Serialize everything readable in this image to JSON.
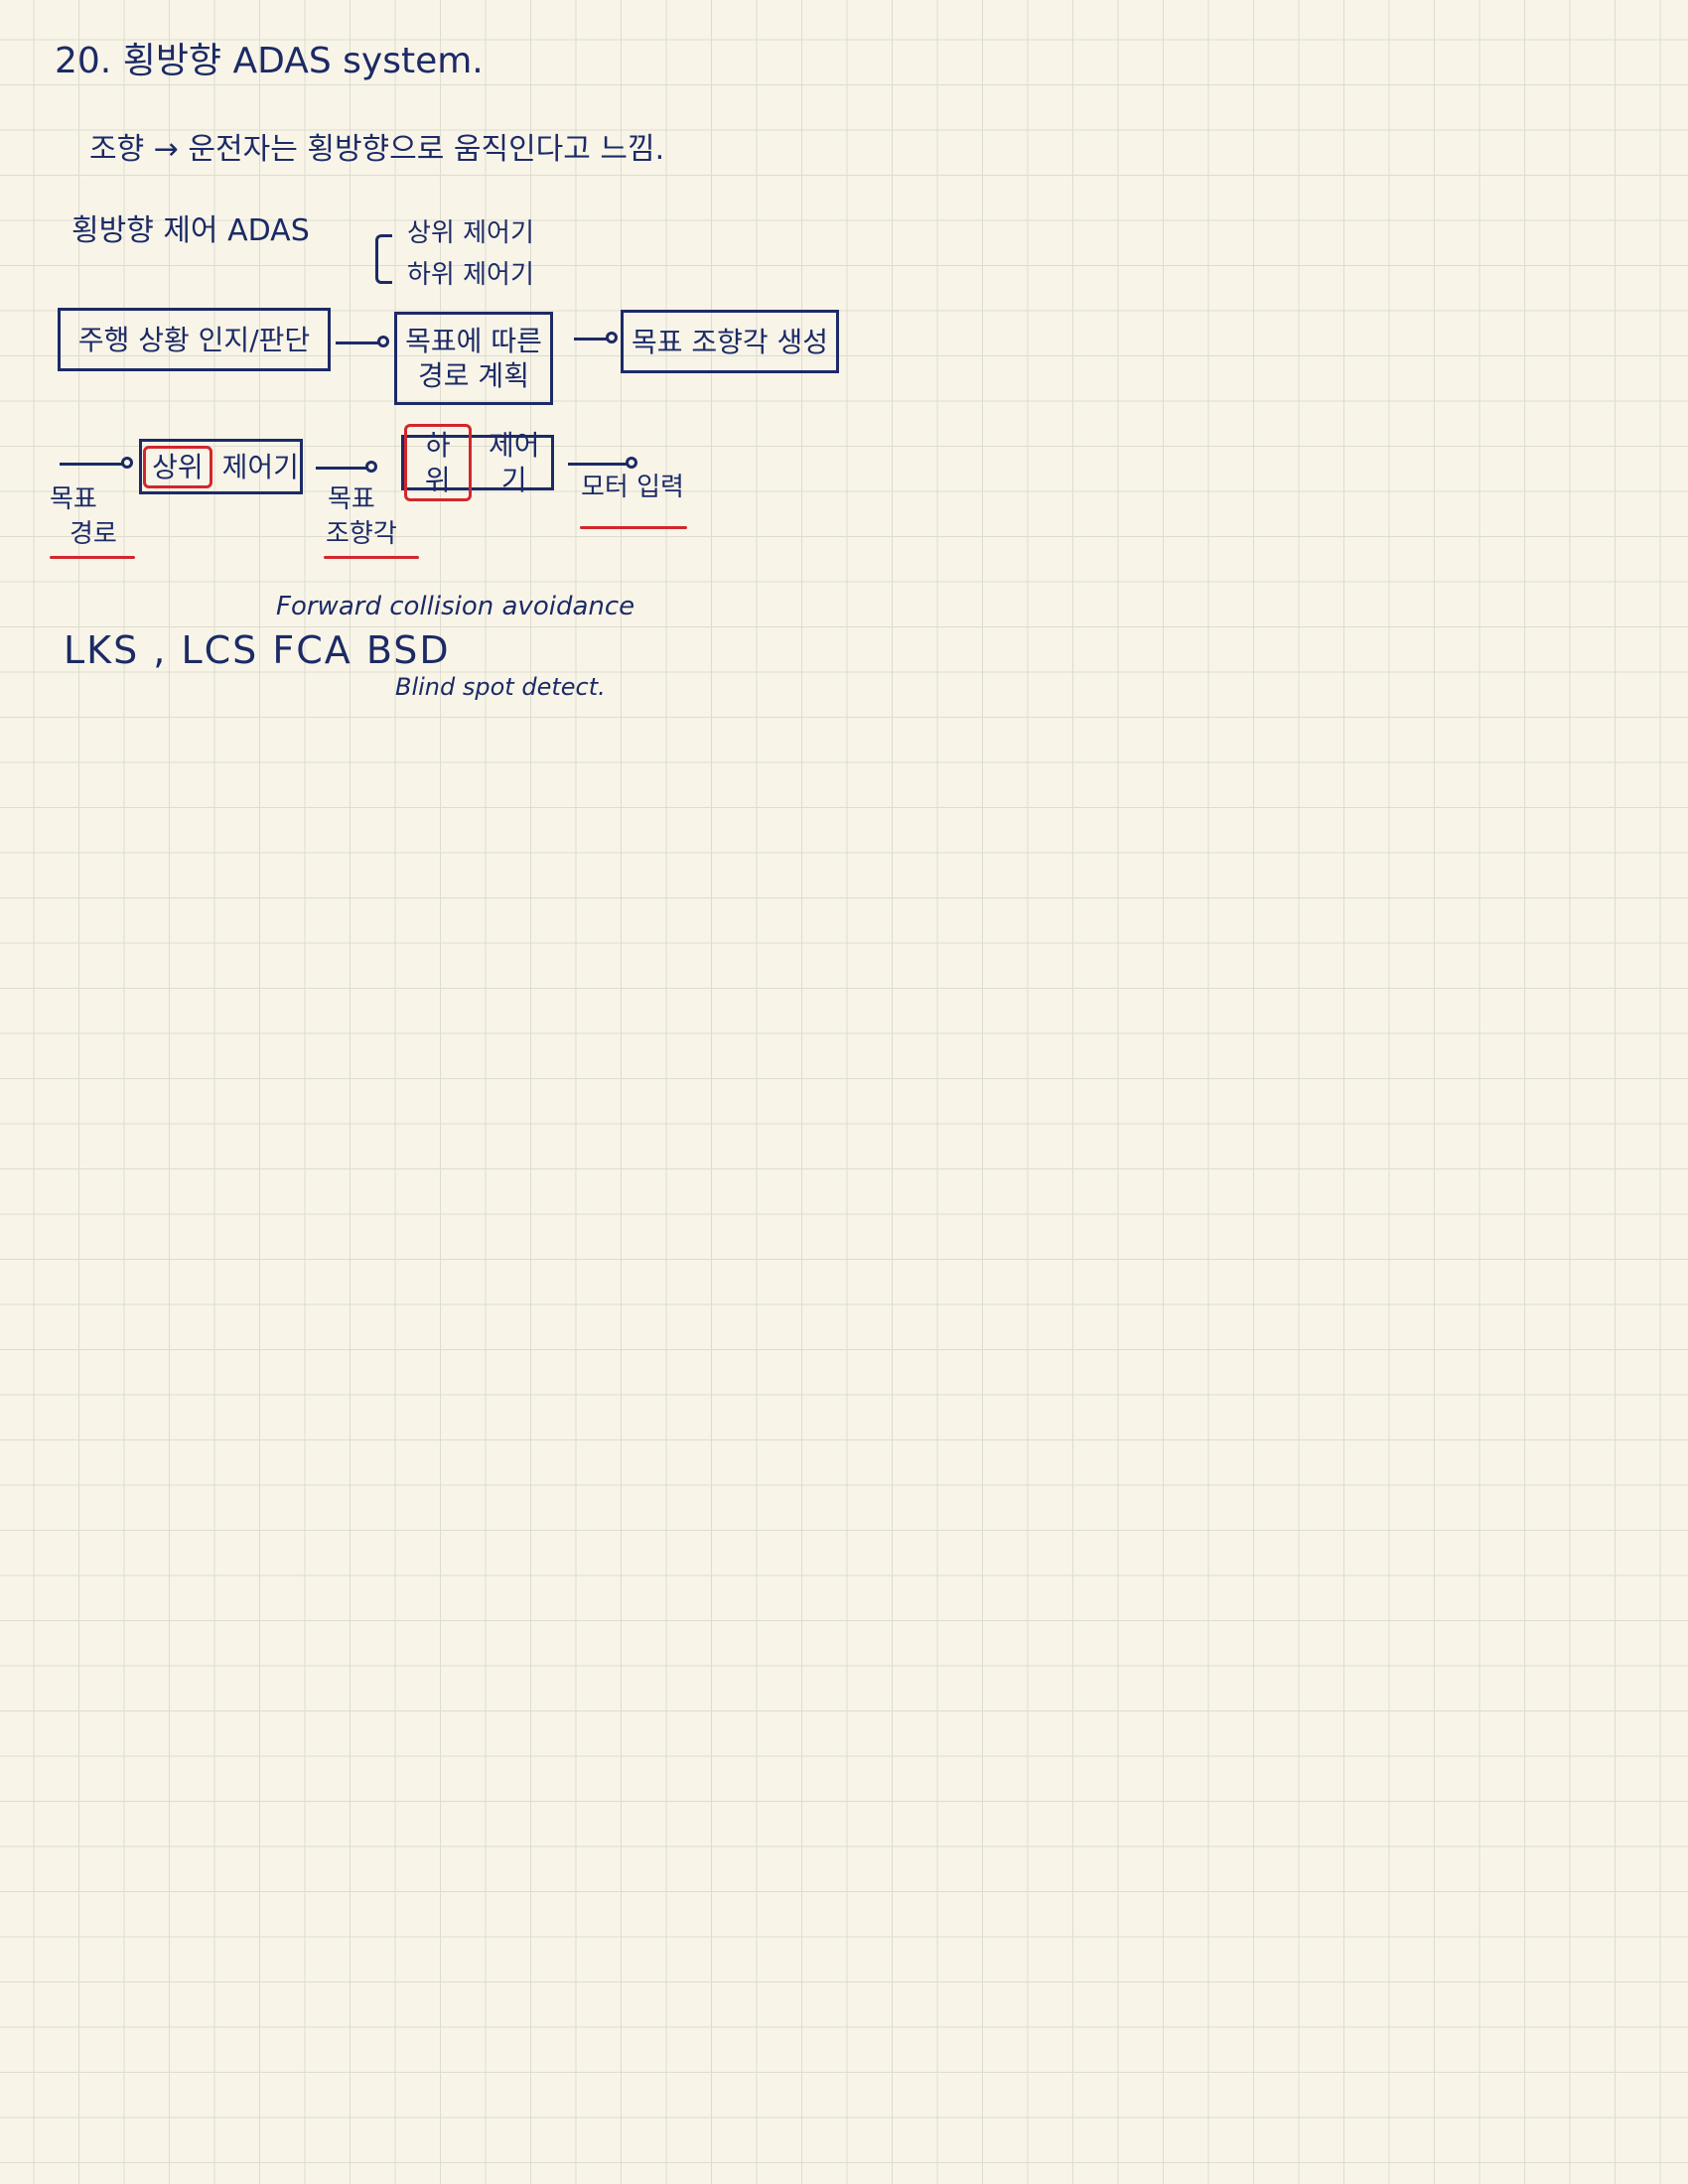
{
  "heading": "20. 횡방향 ADAS system.",
  "intro": "조향 → 운전자는 횡방향으로 움직인다고 느낌.",
  "lateral": {
    "label": "횡방향 제어 ADAS",
    "upper": "상위 제어기",
    "lower": "하위 제어기"
  },
  "flow1": {
    "step1": "주행 상황 인지/판단",
    "step2_line1": "목표에 따른",
    "step2_line2": "경로 계획",
    "step3": "목표 조향각 생성"
  },
  "flow2": {
    "upper_key": "상위",
    "upper_rest": "제어기",
    "lower_key": "하위",
    "lower_rest": "제어기",
    "input_line1": "목표",
    "input_line2": "경로",
    "mid_line1": "목표",
    "mid_line2": "조향각",
    "output": "모터 입력"
  },
  "notes": {
    "fca": "Forward collision avoidance",
    "abbreviations": "LKS , LCS  FCA  BSD",
    "bsd": "Blind spot detect."
  },
  "colors": {
    "ink": "#1c2a66",
    "highlight": "#d3262c",
    "paper": "#f8f5e8",
    "grid": "#dedbcf"
  }
}
